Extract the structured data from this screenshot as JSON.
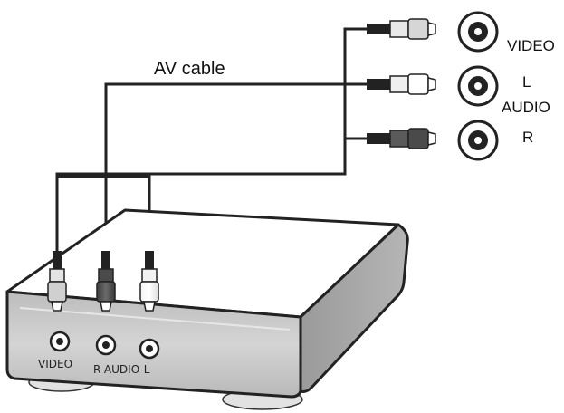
{
  "labels": {
    "cable": "AV cable",
    "tv_video": "VIDEO",
    "tv_left": "L",
    "tv_audio": "AUDIO",
    "tv_right": "R",
    "box_video": "VIDEO",
    "box_audio": "R-AUDIO-L"
  },
  "colors": {
    "line": "#222222",
    "plug_white": "#ffffff",
    "plug_gray": "#c8c8c8",
    "plug_dark": "#555555",
    "box_front": "#c9c9c9",
    "box_top": "#ffffff"
  }
}
